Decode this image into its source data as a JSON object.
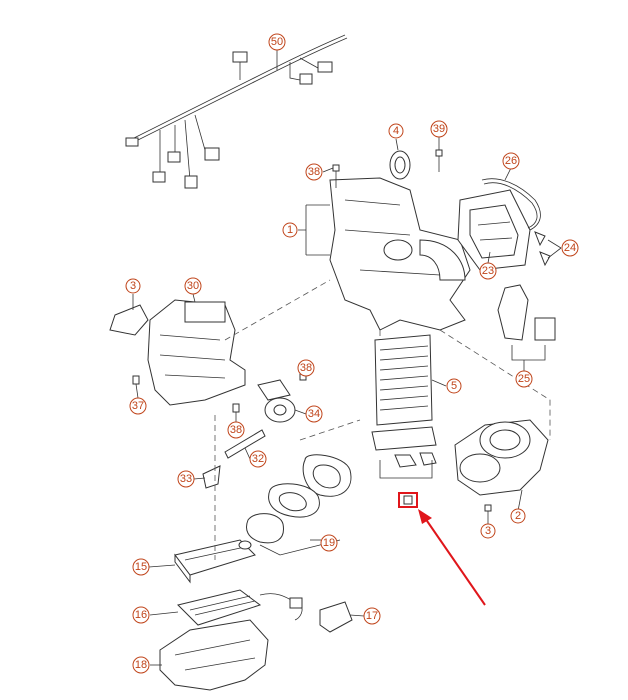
{
  "diagram": {
    "callouts": [
      {
        "id": "c50",
        "label": "50"
      },
      {
        "id": "c4",
        "label": "4"
      },
      {
        "id": "c39",
        "label": "39"
      },
      {
        "id": "c38a",
        "label": "38"
      },
      {
        "id": "c26",
        "label": "26"
      },
      {
        "id": "c1",
        "label": "1"
      },
      {
        "id": "c24",
        "label": "24"
      },
      {
        "id": "c23",
        "label": "23"
      },
      {
        "id": "c3",
        "label": "3"
      },
      {
        "id": "c30",
        "label": "30"
      },
      {
        "id": "c5",
        "label": "5"
      },
      {
        "id": "c25",
        "label": "25"
      },
      {
        "id": "c38b",
        "label": "38"
      },
      {
        "id": "c37",
        "label": "37"
      },
      {
        "id": "c34",
        "label": "34"
      },
      {
        "id": "c38c",
        "label": "38"
      },
      {
        "id": "c32",
        "label": "32"
      },
      {
        "id": "c33",
        "label": "33"
      },
      {
        "id": "c2",
        "label": "2"
      },
      {
        "id": "c3b",
        "label": "3"
      },
      {
        "id": "c19",
        "label": "19"
      },
      {
        "id": "c15",
        "label": "15"
      },
      {
        "id": "c16",
        "label": "16"
      },
      {
        "id": "c17",
        "label": "17"
      },
      {
        "id": "c18",
        "label": "18"
      }
    ],
    "highlight_color": "#e0161b",
    "callout_color": "#c0451b"
  }
}
